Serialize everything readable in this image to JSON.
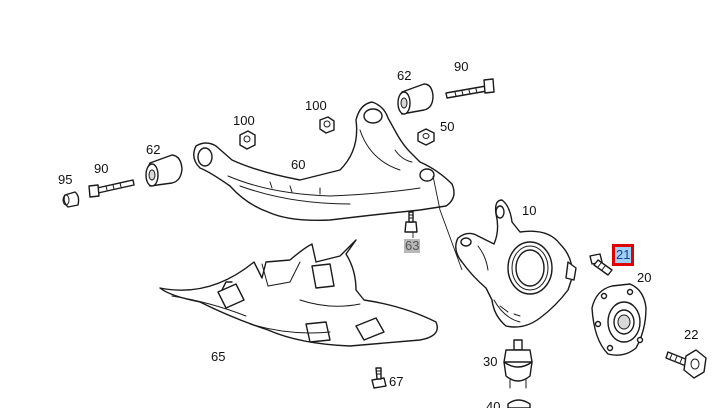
{
  "diagram": {
    "labels": [
      {
        "id": "lbl-90-top",
        "text": "90"
      },
      {
        "id": "lbl-62-top",
        "text": "62"
      },
      {
        "id": "lbl-100-mid",
        "text": "100"
      },
      {
        "id": "lbl-100-left",
        "text": "100"
      },
      {
        "id": "lbl-50",
        "text": "50"
      },
      {
        "id": "lbl-62-left",
        "text": "62"
      },
      {
        "id": "lbl-90-left",
        "text": "90"
      },
      {
        "id": "lbl-95",
        "text": "95"
      },
      {
        "id": "lbl-60",
        "text": "60"
      },
      {
        "id": "lbl-10",
        "text": "10"
      },
      {
        "id": "lbl-63",
        "text": "63"
      },
      {
        "id": "lbl-21",
        "text": "21"
      },
      {
        "id": "lbl-20",
        "text": "20"
      },
      {
        "id": "lbl-22",
        "text": "22"
      },
      {
        "id": "lbl-65",
        "text": "65"
      },
      {
        "id": "lbl-30",
        "text": "30"
      },
      {
        "id": "lbl-67",
        "text": "67"
      },
      {
        "id": "lbl-40",
        "text": "40"
      }
    ],
    "selected_part": "21",
    "colors": {
      "line": "#1a1a1a",
      "selected_border": "#e00000",
      "selected_fill": "#9fd0f5",
      "greyed_fill": "#b8b8b8"
    }
  }
}
